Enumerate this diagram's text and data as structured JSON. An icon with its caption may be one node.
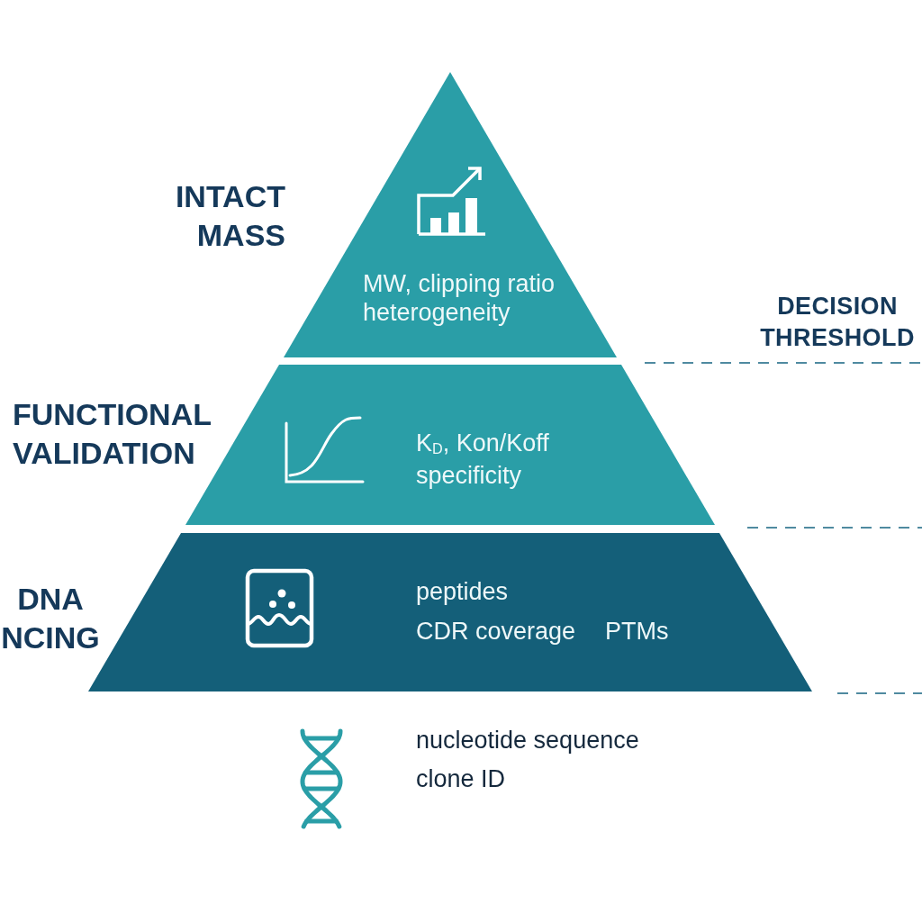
{
  "diagram": {
    "nodes": [
      {
        "text": [
          "MW, clipping ratio",
          "heterogeneity"
        ]
      },
      {
        "text": [
          "K$_{D}$, Kon/Koff",
          "specificity"
        ]
      },
      {
        "text": [
          "peptides",
          "CDR coverage",
          "PTMs"
        ]
      }
    ],
    "labels": [
      "INTACT MASS",
      "DECISION THRESHOLD",
      "FUNCTIONAL VALIDATION",
      "DNA NCING",
      "nucleotide sequence",
      "clone ID"
    ]
  }
}
